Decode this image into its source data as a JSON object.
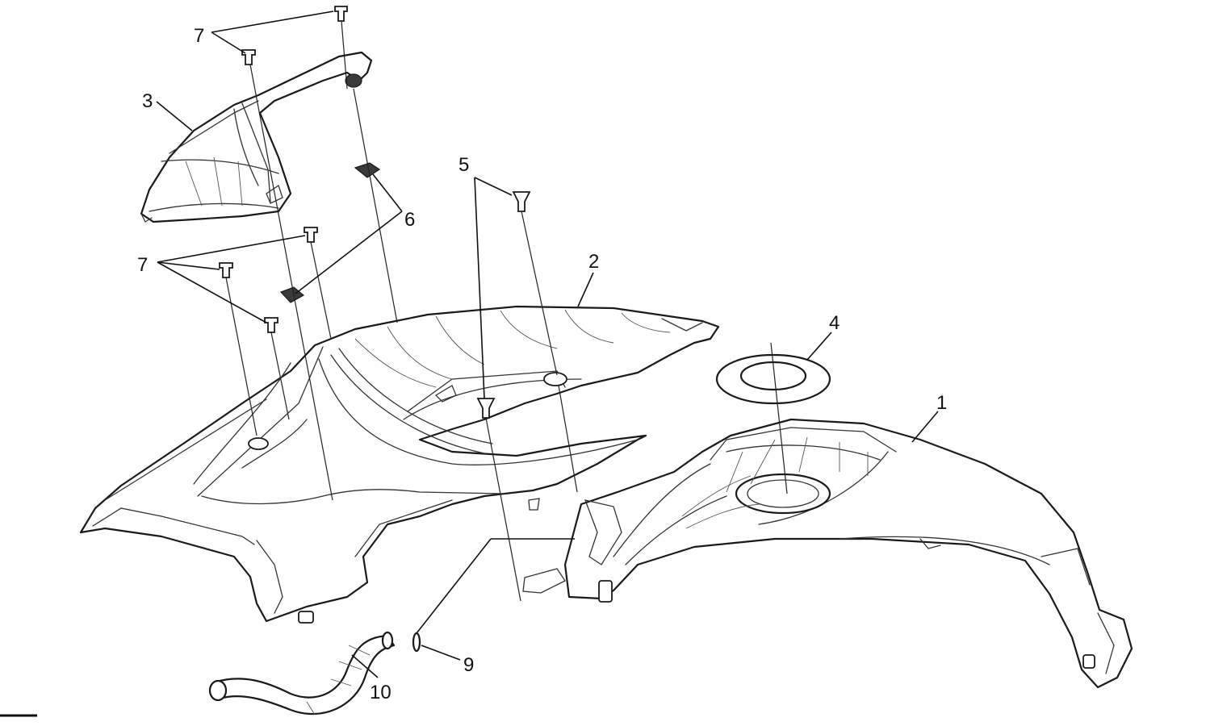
{
  "callouts": [
    {
      "id": "label-1",
      "text": "1"
    },
    {
      "id": "label-2",
      "text": "2"
    },
    {
      "id": "label-3",
      "text": "3"
    },
    {
      "id": "label-4",
      "text": "4"
    },
    {
      "id": "label-5",
      "text": "5"
    },
    {
      "id": "label-6",
      "text": "6"
    },
    {
      "id": "label-7-top",
      "text": "7"
    },
    {
      "id": "label-7-mid",
      "text": "7"
    },
    {
      "id": "label-9",
      "text": "9"
    },
    {
      "id": "label-10",
      "text": "10"
    }
  ]
}
